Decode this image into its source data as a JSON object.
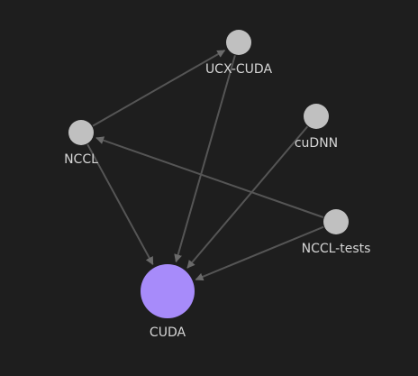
{
  "graph": {
    "background_color": "#1e1e1e",
    "edge_color": "#555555",
    "node_color": "#c0c0c0",
    "highlight_color": "#a78bfa",
    "nodes": [
      {
        "id": "ucx-cuda",
        "label": "UCX-CUDA"
      },
      {
        "id": "nccl",
        "label": "NCCL"
      },
      {
        "id": "cudnn",
        "label": "cuDNN"
      },
      {
        "id": "nccl-tests",
        "label": "NCCL-tests"
      },
      {
        "id": "cuda",
        "label": "CUDA"
      }
    ],
    "edges": [
      {
        "from": "nccl",
        "to": "ucx-cuda"
      },
      {
        "from": "nccl",
        "to": "cuda"
      },
      {
        "from": "ucx-cuda",
        "to": "cuda"
      },
      {
        "from": "cudnn",
        "to": "cuda"
      },
      {
        "from": "nccl-tests",
        "to": "nccl"
      },
      {
        "from": "nccl-tests",
        "to": "cuda"
      }
    ]
  }
}
